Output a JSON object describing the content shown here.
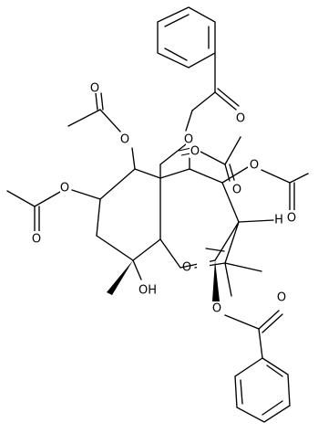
{
  "atom_labels": {
    "o_ring_ether": "O",
    "oh": "OH",
    "h": "H",
    "o_obz_top_ester": "O",
    "o_obz_top_carbonyl": "O",
    "o_oac_c1_ester": "O",
    "o_oac_c1_carbonyl": "O",
    "o_oac_c2_ester": "O",
    "o_oac_c2_carbonyl": "O",
    "o_oac_right_ester": "O",
    "o_oac_right_carbonyl": "O",
    "o_oac_mid_ester": "O",
    "o_oac_mid_carbonyl": "O",
    "o_obz_bottom_ester": "O",
    "o_obz_bottom_carbonyl": "O"
  }
}
